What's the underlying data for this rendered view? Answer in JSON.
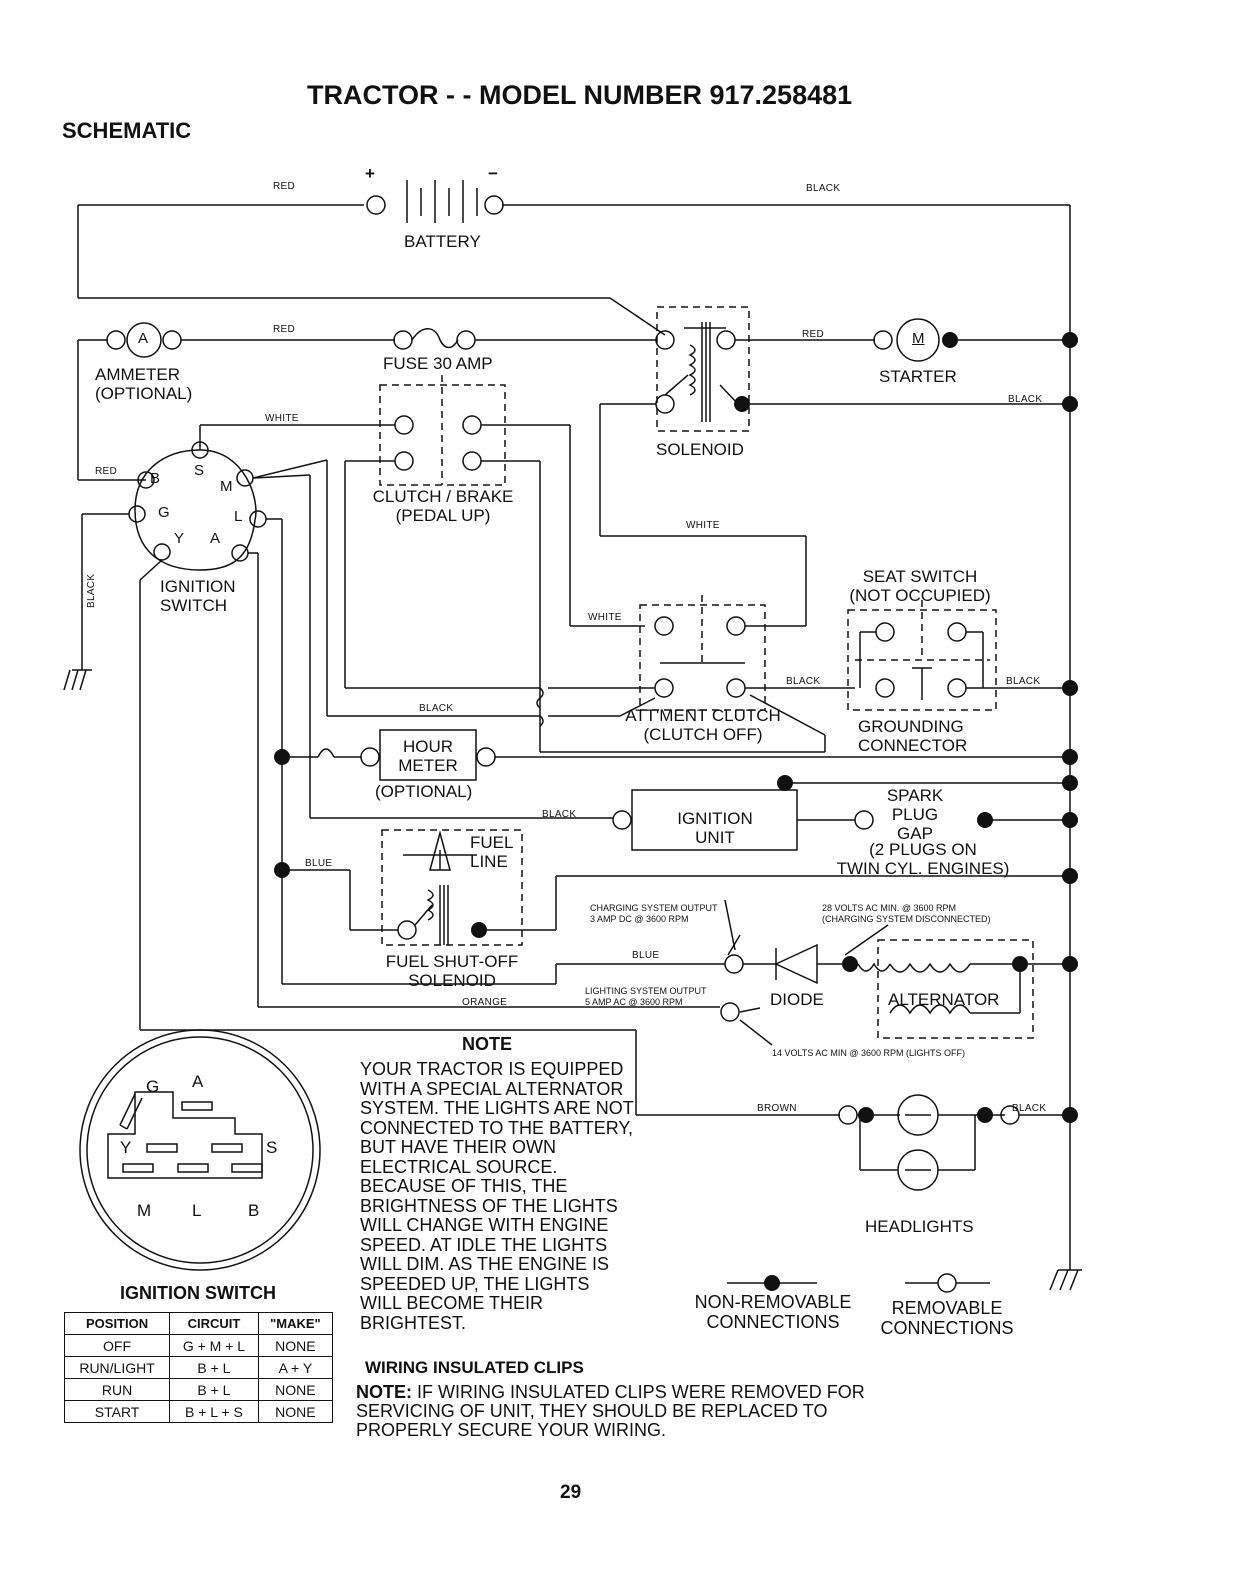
{
  "header": {
    "title": "TRACTOR - - MODEL NUMBER 917.258481",
    "section": "SCHEMATIC"
  },
  "components": {
    "battery": "BATTERY",
    "battery_plus": "+",
    "battery_minus": "−",
    "ammeter": [
      "AMMETER",
      "(OPTIONAL)"
    ],
    "ammeter_letter": "A",
    "fuse": "FUSE 30 AMP",
    "solenoid": "SOLENOID",
    "starter": "STARTER",
    "starter_letter": "M",
    "clutch_brake": [
      "CLUTCH / BRAKE",
      "(PEDAL UP)"
    ],
    "ignition_switch": [
      "IGNITION",
      "SWITCH"
    ],
    "switch_terminals": {
      "b": "B",
      "s": "S",
      "m": "M",
      "g": "G",
      "l": "L",
      "y": "Y",
      "a": "A"
    },
    "seat_switch": [
      "SEAT SWITCH",
      "(NOT OCCUPIED)"
    ],
    "attachment_clutch": [
      "ATT'MENT CLUTCH",
      "(CLUTCH OFF)"
    ],
    "grounding_connector": [
      "GROUNDING",
      "CONNECTOR"
    ],
    "hour_meter": [
      "HOUR",
      "METER"
    ],
    "hour_meter_note": "(OPTIONAL)",
    "ignition_unit": [
      "IGNITION",
      "UNIT"
    ],
    "spark_plug": [
      "SPARK",
      "PLUG",
      "GAP"
    ],
    "spark_plug_note": [
      "(2 PLUGS ON",
      "TWIN CYL. ENGINES)"
    ],
    "fuel_line": [
      "FUEL",
      "LINE"
    ],
    "fuel_solenoid": [
      "FUEL SHUT-OFF",
      "SOLENOID"
    ],
    "diode": "DIODE",
    "alternator": "ALTERNATOR",
    "headlights": "HEADLIGHTS"
  },
  "wires": {
    "red": "RED",
    "black": "BLACK",
    "white": "WHITE",
    "blue": "BLUE",
    "orange": "ORANGE",
    "brown": "BROWN"
  },
  "specs": {
    "charging": [
      "CHARGING SYSTEM OUTPUT",
      "3 AMP DC @ 3600 RPM"
    ],
    "volts28": [
      "28 VOLTS AC MIN. @ 3600 RPM",
      "(CHARGING SYSTEM DISCONNECTED)"
    ],
    "lighting": [
      "LIGHTING SYSTEM OUTPUT",
      "5 AMP AC @ 3600 RPM"
    ],
    "volts14": "14 VOLTS AC MIN  @ 3600 RPM (LIGHTS OFF)"
  },
  "plug_view": {
    "letters": {
      "g": "G",
      "a": "A",
      "y": "Y",
      "s": "S",
      "m": "M",
      "l": "L",
      "b": "B"
    },
    "title": "IGNITION SWITCH"
  },
  "table": {
    "headers": [
      "POSITION",
      "CIRCUIT",
      "\"MAKE\""
    ],
    "rows": [
      [
        "OFF",
        "G + M + L",
        "NONE"
      ],
      [
        "RUN/LIGHT",
        "B + L",
        "A + Y"
      ],
      [
        "RUN",
        "B + L",
        "NONE"
      ],
      [
        "START",
        "B + L + S",
        "NONE"
      ]
    ]
  },
  "note": {
    "title": "NOTE",
    "text": "YOUR TRACTOR IS EQUIPPED WITH A SPECIAL ALTERNATOR SYSTEM. THE LIGHTS ARE NOT CONNECTED TO THE BATTERY, BUT HAVE THEIR OWN ELECTRICAL SOURCE. BECAUSE OF THIS, THE BRIGHTNESS OF THE LIGHTS WILL CHANGE WITH ENGINE SPEED. AT IDLE THE LIGHTS WILL DIM. AS THE ENGINE IS SPEEDED UP, THE LIGHTS WILL BECOME THEIR BRIGHTEST."
  },
  "legend": {
    "non_removable": [
      "NON-REMOVABLE",
      "CONNECTIONS"
    ],
    "removable": [
      "REMOVABLE",
      "CONNECTIONS"
    ]
  },
  "clips": {
    "title": "WIRING INSULATED CLIPS",
    "note_label": "NOTE:",
    "note_text": " IF WIRING INSULATED CLIPS WERE REMOVED FOR SERVICING OF UNIT, THEY SHOULD BE REPLACED TO PROPERLY SECURE YOUR WIRING."
  },
  "page_number": "29"
}
